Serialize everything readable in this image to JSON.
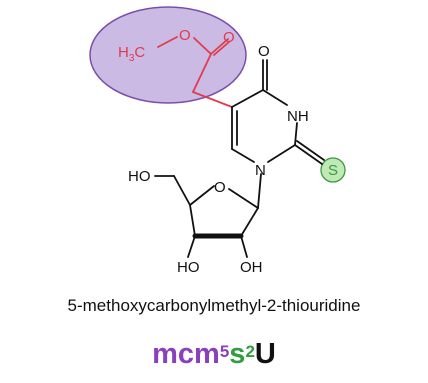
{
  "colors": {
    "bond": "#111111",
    "modification": "#e03b4f",
    "ellipse_fill": "#c6b3e0",
    "ellipse_stroke": "#6a3ea1",
    "sulfur_fill": "#bfe9b6",
    "sulfur_stroke": "#3c9b3c",
    "abbrev_mcm": "#8a3fbf",
    "abbrev_s2": "#2f9e3f",
    "abbrev_u": "#111111"
  },
  "atoms": {
    "methyl": "H",
    "methyl_sub": "3",
    "methyl_c": "C",
    "ester_o": "O",
    "carbonyl_o": "O",
    "ring_o": "O",
    "nh": "NH",
    "n1": "N",
    "sulfur": "S",
    "ho_5": "HO",
    "ho_3": "HO",
    "oh_2": "OH"
  },
  "caption": "5-methoxycarbonylmethyl-2-thiouridine",
  "abbreviation": {
    "part1": "mcm",
    "sup1": "5",
    "part2": "s",
    "sup2": "2",
    "part3": "U"
  }
}
